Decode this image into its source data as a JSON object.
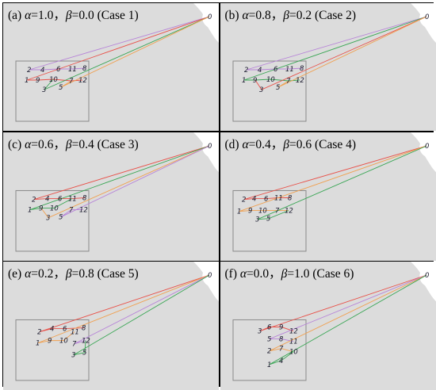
{
  "panels": [
    {
      "prefix": "(a) ",
      "alpha": "1.0",
      "beta": "0.0",
      "case": "(Case 1)"
    },
    {
      "prefix": "(b) ",
      "alpha": "0.8",
      "beta": "0.2",
      "case": "(Case 2)"
    },
    {
      "prefix": "(c) ",
      "alpha": "0.6",
      "beta": "0.4",
      "case": "(Case 3)"
    },
    {
      "prefix": "(d) ",
      "alpha": "0.4",
      "beta": "0.6",
      "case": "(Case 4)"
    },
    {
      "prefix": "(e) ",
      "alpha": "0.2",
      "beta": "0.8",
      "case": "(Case 5)"
    },
    {
      "prefix": "(f) ",
      "alpha": "0.0",
      "beta": "1.0",
      "case": "(Case 6)"
    }
  ],
  "symbols": {
    "alpha": "α",
    "beta": "β",
    "eq": "=",
    "sep": "，"
  },
  "depot_label": "0",
  "colors": {
    "route_red": "#e8524a",
    "route_green": "#3aa655",
    "route_orange": "#f0a050",
    "route_purple": "#b784d8",
    "route_blue": "#4a6fd8",
    "region": "#8a8a8a",
    "coast": "#ffffff"
  }
}
